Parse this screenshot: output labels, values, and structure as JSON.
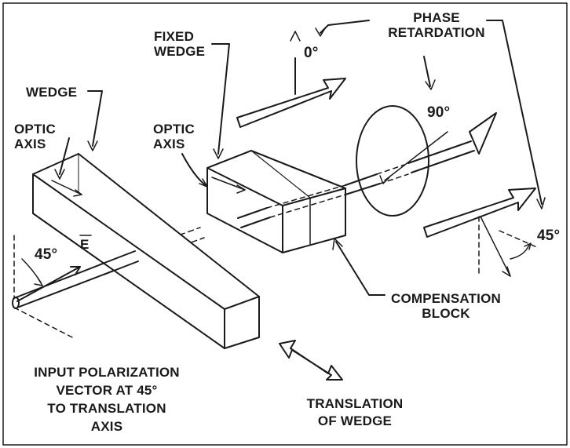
{
  "labels": {
    "phase_retardation": [
      "PHASE",
      "RETARDATION"
    ],
    "fixed_wedge": [
      "FIXED",
      "WEDGE"
    ],
    "zero_deg": "0°",
    "ninety_deg": "90°",
    "forty_five_right": "45°",
    "wedge": "WEDGE",
    "optic_axis_left": [
      "OPTIC",
      "AXIS"
    ],
    "optic_axis_center": [
      "OPTIC",
      "AXIS"
    ],
    "forty_five_left": "45°",
    "e_vector": "E",
    "compensation_block": [
      "COMPENSATION",
      "BLOCK"
    ],
    "input_polarization": [
      "INPUT POLARIZATION",
      "VECTOR AT 45°",
      "TO TRANSLATION",
      "AXIS"
    ],
    "translation_of_wedge": [
      "TRANSLATION",
      "OF WEDGE"
    ]
  },
  "colors": {
    "ink": "#1a1a1a",
    "background": "#ffffff"
  }
}
